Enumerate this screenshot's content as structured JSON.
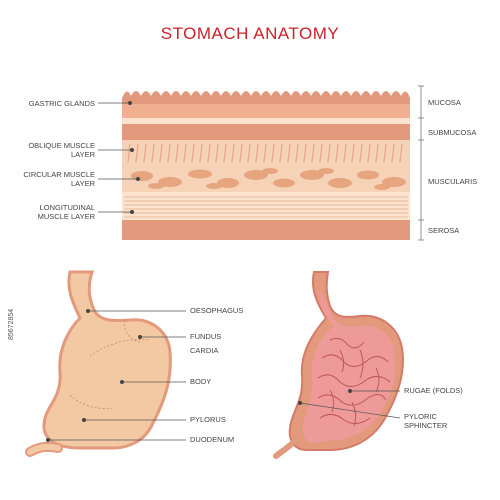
{
  "title": "STOMACH ANATOMY",
  "wall_layers": {
    "left_labels": {
      "gastric_glands": "GASTRIC GLANDS",
      "oblique_1": "OBLIQUE MUSCLE",
      "oblique_2": "LAYER",
      "circular_1": "CIRCULAR MUSCLE",
      "circular_2": "LAYER",
      "longitudinal_1": "LONGITUDINAL",
      "longitudinal_2": "MUSCLE LAYER"
    },
    "right_labels": {
      "mucosa": "MUCOSA",
      "submucosa": "SUBMUCOSA",
      "muscularis": "MUSCULARIS",
      "serosa": "SEROSA"
    }
  },
  "exterior_labels": {
    "oesophagus": "OESOPHAGUS",
    "fundus": "FUNDUS",
    "cardia": "CARDIA",
    "body": "BODY",
    "pylorus": "PYLORUS",
    "duodenum": "DUODENUM"
  },
  "interior_labels": {
    "rugae": "RUGAE (FOLDS)",
    "pyloric_1": "PYLORIC",
    "pyloric_2": "SPHINCTER"
  },
  "stock_id": "85672854",
  "colors": {
    "title": "#c8232a",
    "skin": "#f3c9a4",
    "muscle": "#e39a7c",
    "pale": "#f8dcc4",
    "inner_pink": "#e9848a",
    "line": "#555555"
  }
}
